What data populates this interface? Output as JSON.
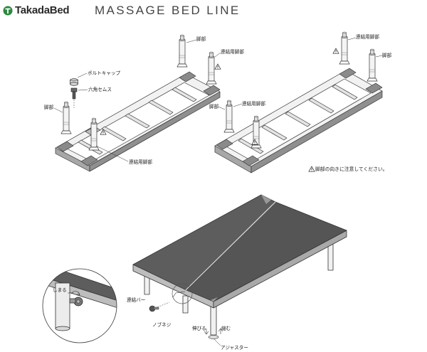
{
  "header": {
    "brand": "TakadaBed",
    "title": "MASSAGE BED LINE",
    "brand_color": "#2b8a3e"
  },
  "labels": {
    "bolt_cap": "ボルトキャップ",
    "hex_nut": "六角セムス",
    "leg": "脚部",
    "connecting_leg": "連結用脚部",
    "leg_direction_note": "脚部の向きに注意してください。",
    "shrink_hint": "しまる",
    "connecting_bar": "連結バー",
    "knob_screw": "ノブネジ",
    "extend": "伸びる",
    "retract": "縮む",
    "adjuster": "アジャスター"
  },
  "icons": [
    "warning-triangle-icon",
    "brand-logo-icon"
  ]
}
